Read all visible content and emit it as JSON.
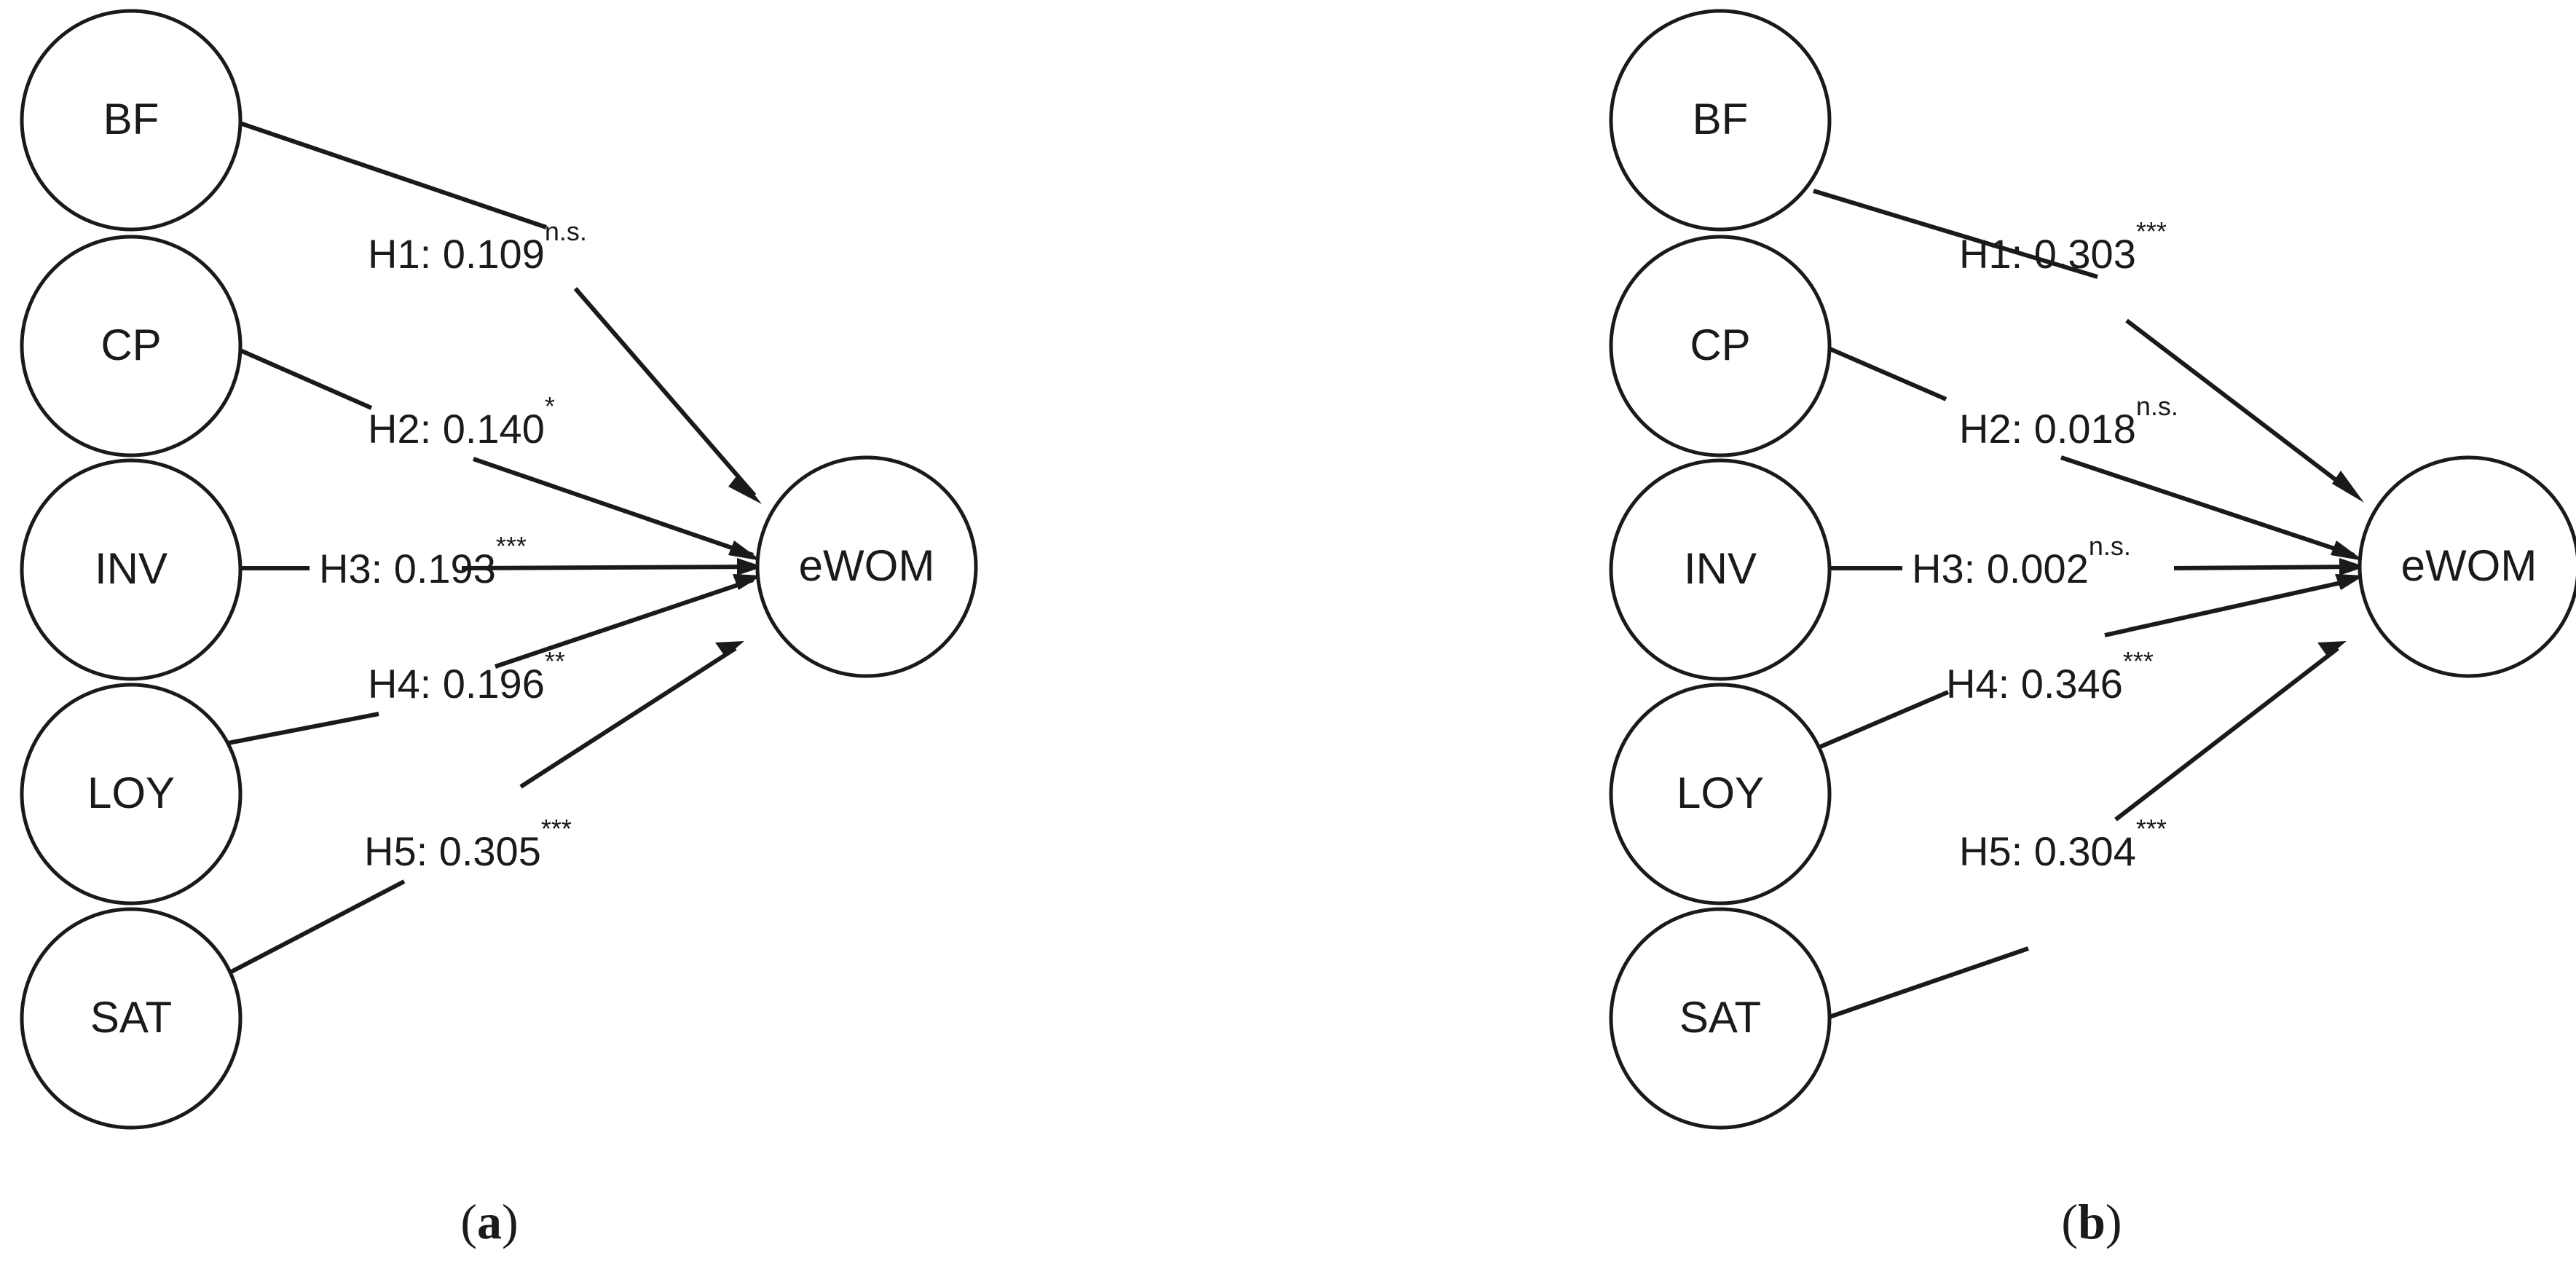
{
  "figure": {
    "type": "path-diagram",
    "panels": [
      {
        "id": "panel-a",
        "caption": "(a)",
        "caption_open": "(",
        "caption_letter": "a",
        "caption_close": ")",
        "target_node": "eWOM",
        "predictors": [
          "BF",
          "CP",
          "INV",
          "LOY",
          "SAT"
        ],
        "paths": [
          {
            "hypothesis": "H1",
            "from": "BF",
            "to": "eWOM",
            "label": "H1: 0.109",
            "coefficient": 0.109,
            "significance": "n.s.",
            "label_full": "H1: 0.109n.s."
          },
          {
            "hypothesis": "H2",
            "from": "CP",
            "to": "eWOM",
            "label": "H2: 0.140",
            "coefficient": 0.14,
            "significance": "*",
            "label_full": "H2: 0.140*"
          },
          {
            "hypothesis": "H3",
            "from": "INV",
            "to": "eWOM",
            "label": "H3: 0.193",
            "coefficient": 0.193,
            "significance": "***",
            "label_full": "H3: 0.193***"
          },
          {
            "hypothesis": "H4",
            "from": "LOY",
            "to": "eWOM",
            "label": "H4: 0.196",
            "coefficient": 0.196,
            "significance": "**",
            "label_full": "H4: 0.196**"
          },
          {
            "hypothesis": "H5",
            "from": "SAT",
            "to": "eWOM",
            "label": "H5: 0.305",
            "coefficient": 0.305,
            "significance": "***",
            "label_full": "H5: 0.305***"
          }
        ]
      },
      {
        "id": "panel-b",
        "caption": "(b)",
        "caption_open": "(",
        "caption_letter": "b",
        "caption_close": ")",
        "target_node": "eWOM",
        "predictors": [
          "BF",
          "CP",
          "INV",
          "LOY",
          "SAT"
        ],
        "paths": [
          {
            "hypothesis": "H1",
            "from": "BF",
            "to": "eWOM",
            "label": "H1: 0.303",
            "coefficient": 0.303,
            "significance": "***",
            "label_full": "H1: 0.303***"
          },
          {
            "hypothesis": "H2",
            "from": "CP",
            "to": "eWOM",
            "label": "H2: 0.018",
            "coefficient": 0.018,
            "significance": "n.s.",
            "label_full": "H2: 0.018n.s."
          },
          {
            "hypothesis": "H3",
            "from": "INV",
            "to": "eWOM",
            "label": "H3: 0.002",
            "coefficient": 0.002,
            "significance": "n.s.",
            "label_full": "H3: 0.002n.s."
          },
          {
            "hypothesis": "H4",
            "from": "LOY",
            "to": "eWOM",
            "label": "H4: 0.346",
            "coefficient": 0.346,
            "significance": "***",
            "label_full": "H4: 0.346***"
          },
          {
            "hypothesis": "H5",
            "from": "SAT",
            "to": "eWOM",
            "label": "H5: 0.304",
            "coefficient": 0.304,
            "significance": "***",
            "label_full": "H5: 0.304***"
          }
        ]
      }
    ],
    "colors": {
      "stroke": "#1a1a1a",
      "fill": "#ffffff",
      "background": "#ffffff"
    }
  }
}
